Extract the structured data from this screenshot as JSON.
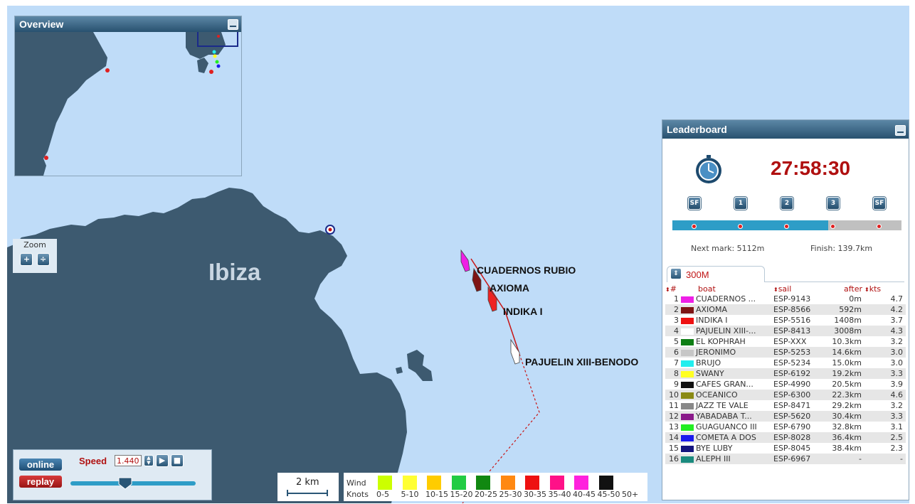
{
  "overview": {
    "title": "Overview"
  },
  "zoom": {
    "label": "Zoom",
    "in_icon": "plus-icon",
    "out_icon": "minus-icon"
  },
  "map": {
    "island_label": "Ibiza"
  },
  "boats_on_map": [
    "CUADERNOS RUBIO",
    "AXIOMA",
    "INDIKA I",
    "PAJUELIN XIII-BENODO"
  ],
  "leaderboard": {
    "title": "Leaderboard",
    "timer": "27:58:30",
    "marks": [
      "SF",
      "1",
      "2",
      "3",
      "SF"
    ],
    "progress_fraction": 0.68,
    "next_mark": "Next mark: 5112m",
    "finish": "Finish: 139.7km",
    "tab_label": "300M",
    "headers": {
      "rank": "#",
      "boat": "boat",
      "sail": "sail",
      "after": "after",
      "kts": "kts"
    },
    "rows": [
      {
        "rank": "1",
        "color": "#ee1fe6",
        "boat": "CUADERNOS ...",
        "sail": "ESP-9143",
        "after": "0m",
        "kts": "4.7"
      },
      {
        "rank": "2",
        "color": "#7e1414",
        "boat": "AXIOMA",
        "sail": "ESP-8566",
        "after": "592m",
        "kts": "4.2"
      },
      {
        "rank": "3",
        "color": "#ee1111",
        "boat": "INDIKA I",
        "sail": "ESP-5516",
        "after": "1408m",
        "kts": "3.7"
      },
      {
        "rank": "4",
        "color": "#ffffff",
        "boat": "PAJUELIN XIII-...",
        "sail": "ESP-8413",
        "after": "3008m",
        "kts": "4.3"
      },
      {
        "rank": "5",
        "color": "#0e7e14",
        "boat": "EL KOPHRAH",
        "sail": "ESP-XXX",
        "after": "10.3km",
        "kts": "3.2"
      },
      {
        "rank": "6",
        "color": "#c6c6c6",
        "boat": "JERONIMO",
        "sail": "ESP-5253",
        "after": "14.6km",
        "kts": "3.0"
      },
      {
        "rank": "7",
        "color": "#22eeee",
        "boat": "BRUJO",
        "sail": "ESP-5234",
        "after": "15.0km",
        "kts": "3.0"
      },
      {
        "rank": "8",
        "color": "#ffff22",
        "boat": "SWANY",
        "sail": "ESP-6192",
        "after": "19.2km",
        "kts": "3.3"
      },
      {
        "rank": "9",
        "color": "#111111",
        "boat": "CAFES GRAN...",
        "sail": "ESP-4990",
        "after": "20.5km",
        "kts": "3.9"
      },
      {
        "rank": "10",
        "color": "#8a8a14",
        "boat": "OCEANICO",
        "sail": "ESP-6300",
        "after": "22.3km",
        "kts": "4.6"
      },
      {
        "rank": "11",
        "color": "#888888",
        "boat": "JAZZ TE VALE",
        "sail": "ESP-8471",
        "after": "29.2km",
        "kts": "3.2"
      },
      {
        "rank": "12",
        "color": "#8a1a8a",
        "boat": "YABADABA T...",
        "sail": "ESP-5620",
        "after": "30.4km",
        "kts": "3.3"
      },
      {
        "rank": "13",
        "color": "#22ee22",
        "boat": "GUAGUANCO III",
        "sail": "ESP-6790",
        "after": "32.8km",
        "kts": "3.1"
      },
      {
        "rank": "14",
        "color": "#1a1aee",
        "boat": "COMETA A DOS",
        "sail": "ESP-8028",
        "after": "36.4km",
        "kts": "2.5"
      },
      {
        "rank": "15",
        "color": "#14147e",
        "boat": "BYE LUBY",
        "sail": "ESP-8045",
        "after": "38.4km",
        "kts": "2.3"
      },
      {
        "rank": "16",
        "color": "#1a8a7e",
        "boat": "ALEPH III",
        "sail": "ESP-6967",
        "after": "-",
        "kts": "-"
      }
    ]
  },
  "controls": {
    "online": "online",
    "replay": "replay",
    "speed_label": "Speed",
    "speed_value": "1.440",
    "play_icon": "play-icon",
    "stop_icon": "stop-icon",
    "slider_fraction": 0.44
  },
  "scale": {
    "label": "2 km"
  },
  "wind_legend": {
    "wind_label": "Wind",
    "knots_label": "Knots",
    "bins": [
      {
        "label": "0-5",
        "color": "#ccff00"
      },
      {
        "label": "5-10",
        "color": "#ffff33"
      },
      {
        "label": "10-15",
        "color": "#ffcc00"
      },
      {
        "label": "15-20",
        "color": "#22cc44"
      },
      {
        "label": "20-25",
        "color": "#118811"
      },
      {
        "label": "25-30",
        "color": "#ff8811"
      },
      {
        "label": "30-35",
        "color": "#ee1111"
      },
      {
        "label": "35-40",
        "color": "#ff1188"
      },
      {
        "label": "40-45",
        "color": "#ff22dd"
      },
      {
        "label": "45-50",
        "color": "#111111"
      },
      {
        "label": "50+",
        "color": ""
      }
    ]
  }
}
